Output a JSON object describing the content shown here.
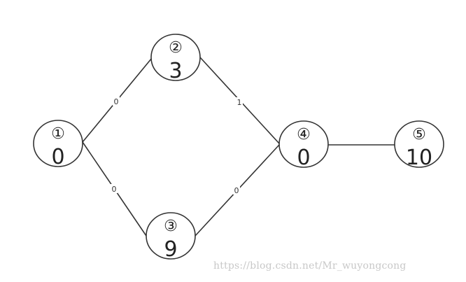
{
  "diagram": {
    "nodes": [
      {
        "key": "n1",
        "id_glyph": "①",
        "value": "0"
      },
      {
        "key": "n2",
        "id_glyph": "②",
        "value": "3"
      },
      {
        "key": "n3",
        "id_glyph": "③",
        "value": "9"
      },
      {
        "key": "n4",
        "id_glyph": "④",
        "value": "0"
      },
      {
        "key": "n5",
        "id_glyph": "⑤",
        "value": "10"
      }
    ],
    "edges": [
      {
        "from": "n1",
        "to": "n2",
        "label": "0"
      },
      {
        "from": "n1",
        "to": "n3",
        "label": "0"
      },
      {
        "from": "n2",
        "to": "n4",
        "label": "1"
      },
      {
        "from": "n3",
        "to": "n4",
        "label": "0"
      },
      {
        "from": "n4",
        "to": "n5",
        "label": ""
      }
    ]
  },
  "watermark": "https://blog.csdn.net/Mr_wuyongcong"
}
